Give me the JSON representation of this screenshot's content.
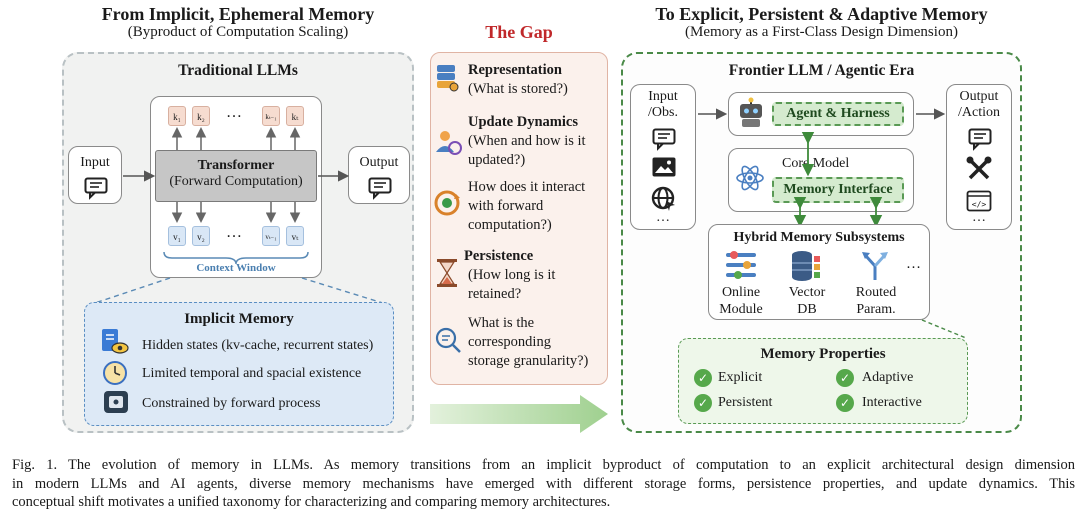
{
  "left": {
    "title": "From Implicit, Ephemeral Memory",
    "subtitle": "(Byproduct of Computation Scaling)",
    "panel_heading": "Traditional LLMs",
    "input_label": "Input",
    "output_label": "Output",
    "transformer_title": "Transformer",
    "transformer_sub": "(Forward Computation)",
    "keys": [
      "k₁",
      "k₂",
      "…",
      "kₜ₋₁",
      "kₜ"
    ],
    "values": [
      "v₁",
      "v₂",
      "…",
      "vₜ₋₁",
      "vₜ"
    ],
    "context_window": "Context Window",
    "implicit_memory": {
      "title": "Implicit Memory",
      "items": [
        "Hidden states (kv-cache, recurrent states)",
        "Limited temporal and spacial existence",
        "Constrained by forward process"
      ]
    }
  },
  "gap": {
    "title": "The Gap",
    "representation_title": "Representation",
    "representation_q": "(What is stored?)",
    "update_title": "Update Dynamics",
    "update_q": [
      "(When and how is it",
      "updated?)"
    ],
    "interact_q": [
      "How does it interact",
      "with forward",
      "computation?)"
    ],
    "persistence_title": "Persistence",
    "persistence_q": [
      "(How long is it",
      "retained?"
    ],
    "granularity_q": [
      "What is the",
      "corresponding",
      "storage granularity?)"
    ]
  },
  "right": {
    "title": "To Explicit, Persistent & Adaptive Memory",
    "subtitle": "(Memory as a First-Class Design Dimension)",
    "panel_heading": "Frontier LLM / Agentic Era",
    "input_label": [
      "Input",
      "/Obs."
    ],
    "output_label": [
      "Output",
      "/Action"
    ],
    "agent_harness": "Agent & Harness",
    "core_model": "Core Model",
    "memory_interface": "Memory Interface",
    "hybrid_title": "Hybrid Memory Subsystems",
    "subsystems": [
      {
        "label": [
          "Online",
          "Module"
        ]
      },
      {
        "label": [
          "Vector",
          "DB"
        ]
      },
      {
        "label": [
          "Routed",
          "Param."
        ]
      }
    ],
    "more": "…",
    "properties_title": "Memory Properties",
    "properties": [
      "Explicit",
      "Adaptive",
      "Persistent",
      "Interactive"
    ]
  },
  "caption": [
    "Fig. 1.  The evolution of memory in LLMs. As memory transitions from an implicit byproduct of computation to an explicit architectural design dimension",
    "in modern LLMs and AI agents, diverse memory mechanisms have emerged with different storage forms, persistence properties, and update dynamics. This",
    "conceptual shift motivates a unified taxonomy for characterizing and comparing memory architectures."
  ]
}
